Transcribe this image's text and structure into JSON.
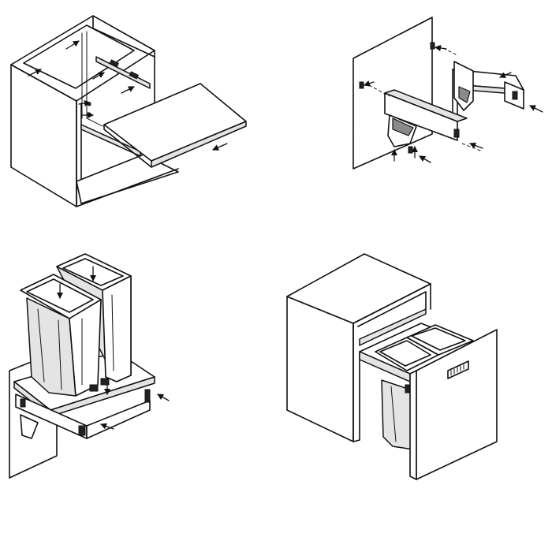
{
  "diagram": {
    "steps": [
      {
        "id": "step-1",
        "description_visible": ""
      },
      {
        "id": "step-2",
        "description_visible": ""
      },
      {
        "id": "step-3",
        "description_visible": ""
      },
      {
        "id": "step-4",
        "description_visible": ""
      }
    ]
  },
  "colors": {
    "line": "#111111",
    "fill": "#ffffff",
    "shade": "#e4e4e4"
  },
  "icons": {
    "arrow": "arrow-icon"
  }
}
